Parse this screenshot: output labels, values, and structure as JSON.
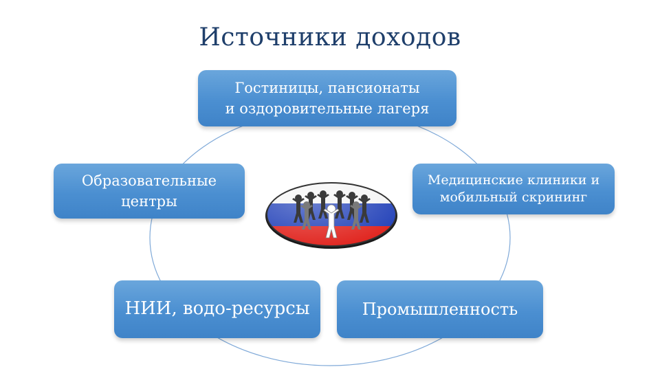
{
  "title": "Источники доходов",
  "nodes": {
    "top": [
      "Гостиницы, пансионаты",
      "и оздоровительные лагеря"
    ],
    "left": [
      "Образовательные",
      "центры"
    ],
    "right": [
      "Медицинские клиники и",
      "мобильный скрининг"
    ],
    "bottom_left": [
      "НИИ, водо-ресурсы"
    ],
    "bottom_right": [
      "Промышленность"
    ]
  },
  "colors": {
    "box": "#4b8fd1",
    "ring": "#7fa9d8",
    "title": "#1f3f6b",
    "flag_white": "#f4f4f4",
    "flag_blue": "#2140b8",
    "flag_red": "#e0221c"
  },
  "center_icon": "people-group-on-russian-flag-icon"
}
